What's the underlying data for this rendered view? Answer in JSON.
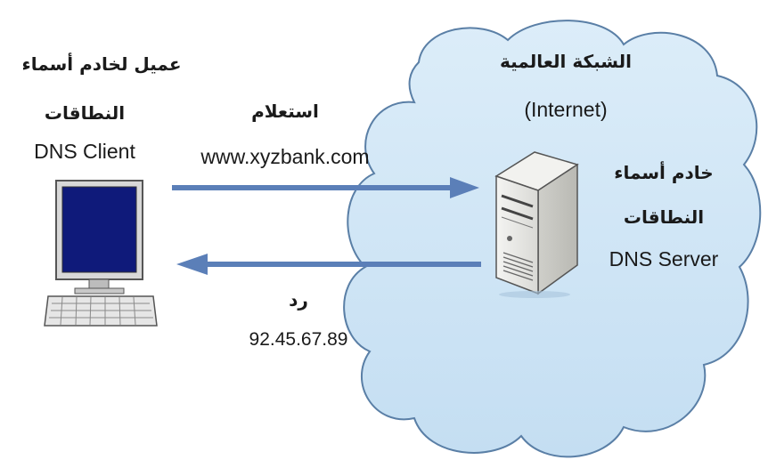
{
  "client": {
    "title_ar_line1": "عميل لخادم أسماء",
    "title_ar_line2": "النطاقات",
    "title_en": "DNS Client"
  },
  "internet": {
    "title_ar": "الشبكة العالمية",
    "title_en": "(Internet)"
  },
  "server": {
    "title_ar_line1": "خادم أسماء",
    "title_ar_line2": "النطاقات",
    "title_en": "DNS Server"
  },
  "query": {
    "label_ar": "استعلام",
    "domain": "www.xyzbank.com"
  },
  "response": {
    "label_ar": "رد",
    "ip": "92.45.67.89"
  },
  "colors": {
    "cloud_fill": "#cfe6f6",
    "cloud_stroke": "#5a7fa6",
    "arrow": "#5b7fb8",
    "monitor_screen": "#0f1a7a",
    "server_body": "#e9e9e6"
  }
}
